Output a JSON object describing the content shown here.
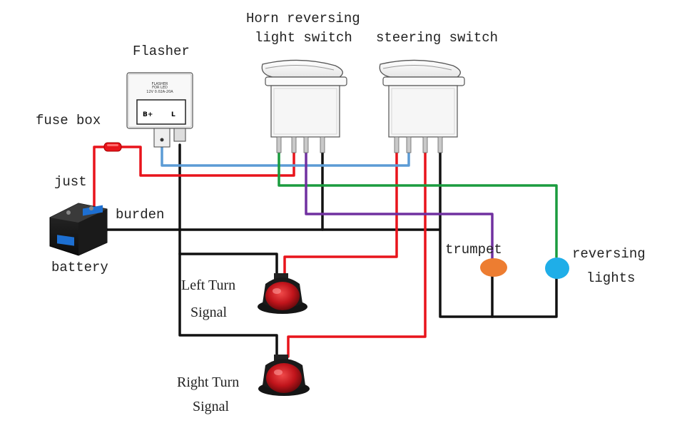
{
  "labels": {
    "flasher": "Flasher",
    "fuse_box": "fuse box",
    "just": "just",
    "burden": "burden",
    "battery": "battery",
    "horn_reversing_line1": "Horn reversing",
    "horn_reversing_line2": "light switch",
    "steering_switch": "steering switch",
    "trumpet": "trumpet",
    "reversing_lights_line1": "reversing",
    "reversing_lights_line2": "lights",
    "left_turn_line1": "Left Turn",
    "left_turn_line2": "Signal",
    "right_turn_line1": "Right Turn",
    "right_turn_line2": "Signal"
  },
  "flasher_module": {
    "text_line1": "FLASHER",
    "text_line2": "FOR LED",
    "text_line3": "12V 0.02A-20A",
    "terminal_b": "B+",
    "terminal_l": "L"
  },
  "wire_colors": {
    "positive": "#e8141b",
    "ground": "#111111",
    "flasher_output": "#5b9bd5",
    "reverse": "#1a9c3e",
    "horn": "#7030a0"
  },
  "component_colors": {
    "trumpet_lamp": "#ed7d31",
    "reversing_lamp": "#1faee8",
    "turn_signal_lens": "#c0141b"
  }
}
